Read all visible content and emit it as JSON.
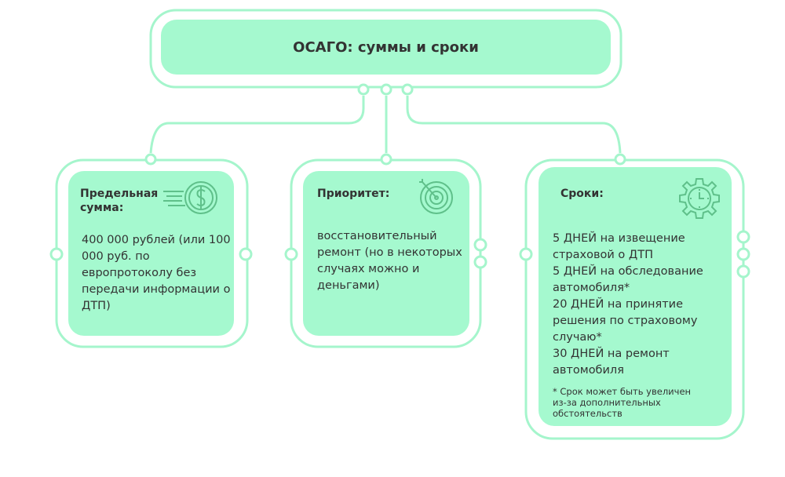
{
  "title": "ОСАГО: суммы и сроки",
  "colors": {
    "accent": "#a5f5cc",
    "fill": "#a5f9cf",
    "icon": "#5fc08a",
    "text": "#333333"
  },
  "cards": [
    {
      "heading": "Предельная сумма:",
      "icon": "money-icon",
      "text": "400 000 рублей (или 100 000 руб. по европротоколу без передачи информации о ДТП)"
    },
    {
      "heading": "Приоритет:",
      "icon": "target-icon",
      "text": "восстановительный ремонт (но в некоторых случаях можно и деньгами)"
    },
    {
      "heading": "Сроки:",
      "icon": "gear-clock-icon",
      "lines": [
        "5 ДНЕЙ на извещение страховой о ДТП",
        "5 ДНЕЙ на обследование автомобиля*",
        "20 ДНЕЙ на принятие решения по страховому случаю*",
        "30 ДНЕЙ на ремонт автомобиля"
      ],
      "note": "* Срок может быть увеличен из-за дополнительных обстоятельств"
    }
  ]
}
